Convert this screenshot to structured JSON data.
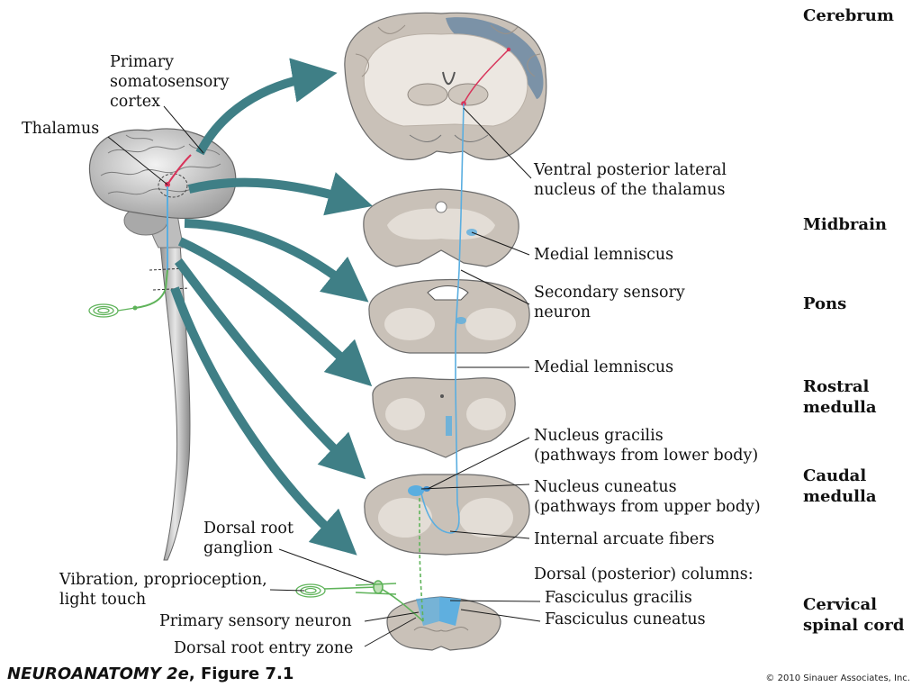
{
  "levels": {
    "cerebrum": "Cerebrum",
    "midbrain": "Midbrain",
    "pons": "Pons",
    "rostral_medulla": "Rostral\nmedulla",
    "caudal_medulla": "Caudal\nmedulla",
    "cervical_spinal_cord": "Cervical\nspinal cord"
  },
  "labels": {
    "primary_somatosensory_cortex": "Primary\nsomatosensory\ncortex",
    "thalamus": "Thalamus",
    "vpl_nucleus": "Ventral posterior lateral\nnucleus of the thalamus",
    "medial_lemniscus_upper": "Medial lemniscus",
    "secondary_sensory_neuron": "Secondary sensory\nneuron",
    "medial_lemniscus_lower": "Medial lemniscus",
    "nucleus_gracilis": "Nucleus gracilis\n(pathways from lower body)",
    "nucleus_cuneatus": "Nucleus cuneatus\n(pathways from upper body)",
    "internal_arcuate_fibers": "Internal arcuate fibers",
    "dorsal_root_ganglion": "Dorsal root\nganglion",
    "vibration": "Vibration, proprioception,\nlight touch",
    "primary_sensory_neuron": "Primary sensory neuron",
    "dorsal_root_entry_zone": "Dorsal root entry zone",
    "dorsal_columns": "Dorsal (posterior) columns:",
    "fasciculus_gracilis": "Fasciculus gracilis",
    "fasciculus_cuneatus": "Fasciculus cuneatus"
  },
  "footer": {
    "title_prefix": "NEUROANATOMY 2e",
    "title_suffix": ", Figure 7.1",
    "copyright": "© 2010 Sinauer Associates, Inc."
  },
  "colors": {
    "arrow_teal": "#3f7f86",
    "primary_neuron_green": "#5fb35a",
    "secondary_neuron_blue": "#5aaee0",
    "tertiary_neuron_red": "#d8345a",
    "tissue_gray": "#c9c1b8",
    "white_matter": "#ece7e1",
    "cortex_highlight": "#6d8aa3",
    "dorsal_column_blue": "#6fb4e6"
  }
}
